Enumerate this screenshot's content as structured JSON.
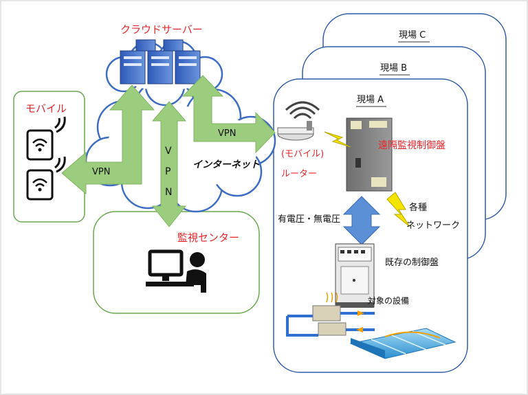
{
  "labels": {
    "cloud_server": "クラウドサーバー",
    "mobile": "モバイル",
    "monitoring_center": "監視センター",
    "internet": "インターネット",
    "vpn_left": "VPN",
    "vpn_right": "VPN",
    "vpn_vertical": [
      "V",
      "P",
      "N"
    ],
    "site_a": "現場 A",
    "site_b": "現場 B",
    "site_c": "現場 C",
    "router_line1": "(モバイル)",
    "router_line2": "ルーター",
    "remote_panel": "遠隔監視制御盤",
    "voltage": "有電圧・無電圧",
    "network_line1": "各種",
    "network_line2": "ネットワーク",
    "existing_panel": "既存の制御盤",
    "equipment": "対象の設備"
  },
  "colors": {
    "red_text": "#e8262b",
    "cloud_outline": "#3d6cc4",
    "cloud_fill": "#ffffff",
    "arrow_green": "#9ccc7e",
    "arrow_blue": "#5b8fd6",
    "site_border": "#2f5aa8",
    "box_green": "#6aa84f",
    "lightning": "#f5e400"
  },
  "icons": [
    "server-icon",
    "tablet-wifi-icon",
    "computer-user-icon",
    "router-icon",
    "control-panel-icon",
    "lightning-icon",
    "cabinet-icon",
    "equipment-icon"
  ]
}
